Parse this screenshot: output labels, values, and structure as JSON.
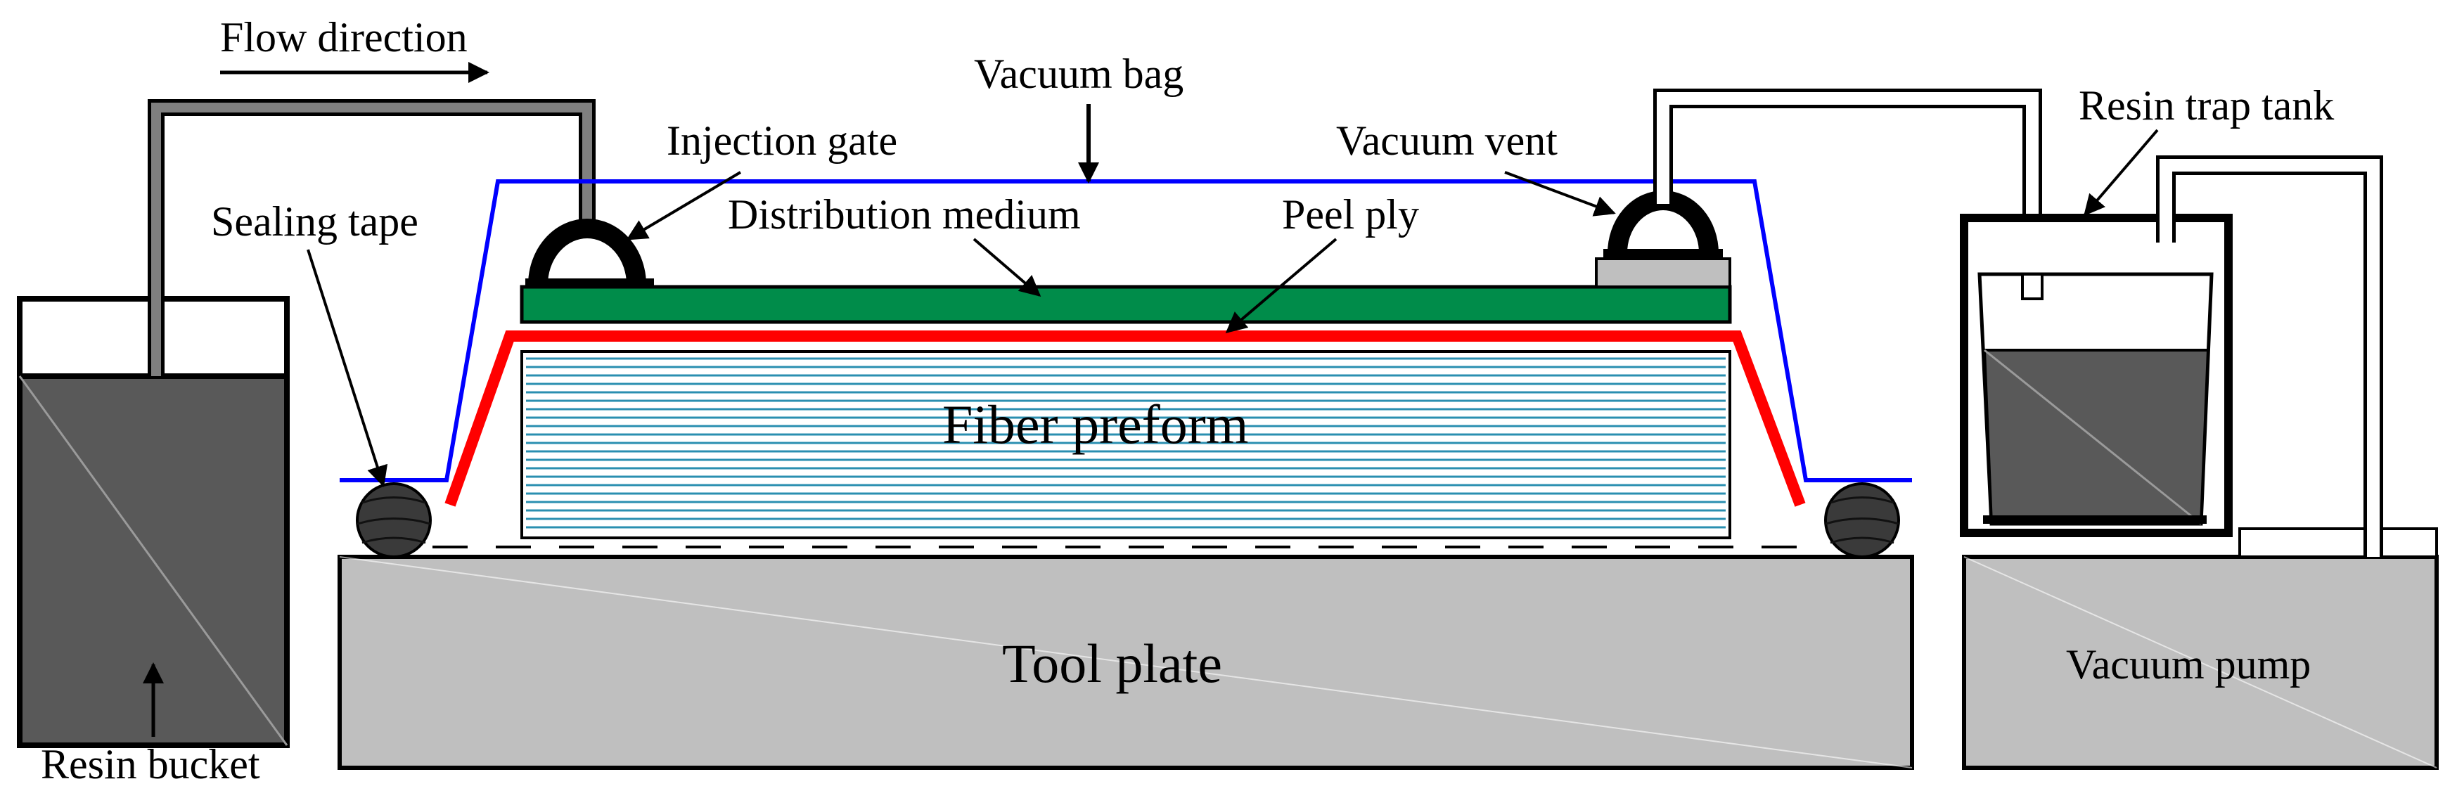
{
  "diagram": {
    "labels": {
      "flow_direction": "Flow  direction",
      "vacuum_bag": "Vacuum bag",
      "injection_gate": "Injection gate",
      "vacuum_vent": "Vacuum vent",
      "resin_trap_tank": "Resin trap tank",
      "sealing_tape": "Sealing tape",
      "distribution_medium": "Distribution medium",
      "peel_ply": "Peel ply",
      "fiber_preform": "Fiber preform",
      "tool_plate": "Tool plate",
      "vacuum_pump": "Vacuum pump",
      "resin_bucket": "Resin bucket"
    },
    "colors": {
      "vacuum_bag": "#0000ff",
      "peel_ply": "#ff0000",
      "distribution_medium": "#008c4a",
      "fiber_lines": "#2a8fb0",
      "resin": "#595959",
      "tool_plate": "#bfbfbf",
      "pipe": "#7f7f7f"
    }
  }
}
